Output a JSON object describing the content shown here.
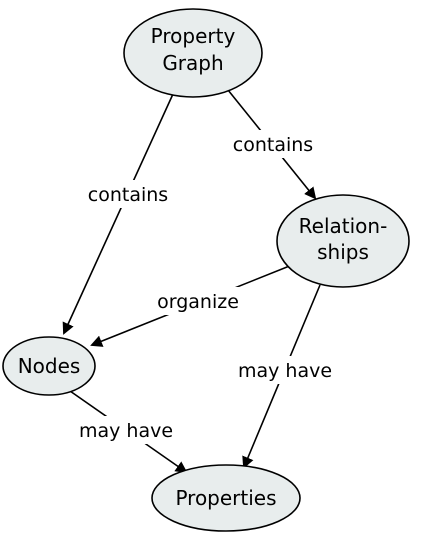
{
  "nodes": {
    "property_graph": {
      "line1": "Property",
      "line2": "Graph"
    },
    "relationships": {
      "line1": "Relation-",
      "line2": "ships"
    },
    "nodes": {
      "label": "Nodes"
    },
    "properties": {
      "label": "Properties"
    }
  },
  "edges": {
    "graph_to_nodes": "contains",
    "graph_to_relationships": "contains",
    "relationships_to_nodes": "organize",
    "relationships_to_properties": "may have",
    "nodes_to_properties": "may have"
  },
  "colors": {
    "node_fill": "#e8eded",
    "stroke": "#000000",
    "background": "#ffffff"
  }
}
